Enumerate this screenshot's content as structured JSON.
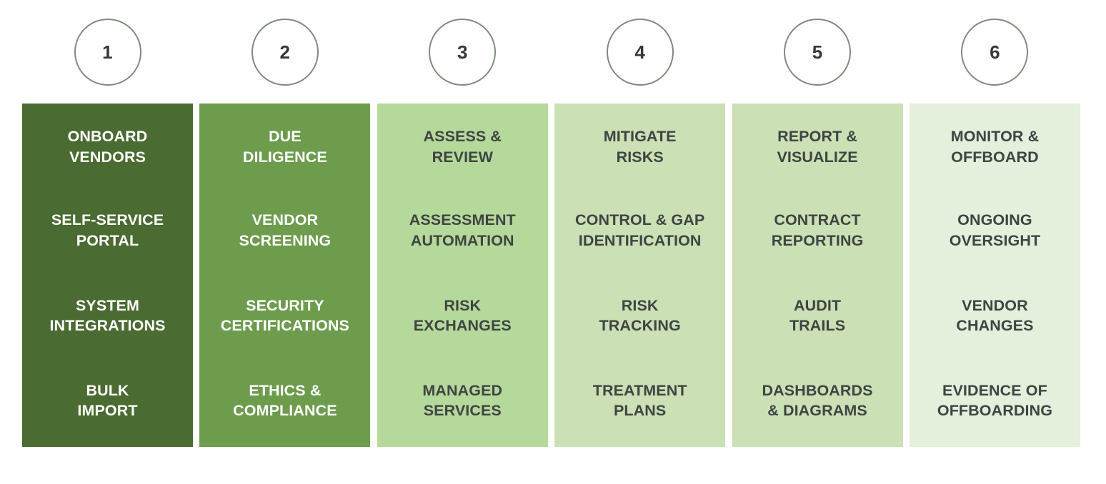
{
  "diagram": {
    "type": "process-flow",
    "orientation": "horizontal",
    "stage_count": 6,
    "background_color": "#ffffff",
    "dark_text_color": "#3f4443",
    "light_text_color": "#ffffff",
    "circle_border_color": "#7c8c7a",
    "circle_fill_color": "#ffffff",
    "circle_number_color": "#33383a"
  },
  "stages": [
    {
      "number": "1",
      "title": "ONBOARD\nVENDORS",
      "color": "#4a6b31",
      "tone": "light-text",
      "items": [
        "SELF-SERVICE\nPORTAL",
        "SYSTEM\nINTEGRATIONS",
        "BULK\nIMPORT"
      ]
    },
    {
      "number": "2",
      "title": "DUE\nDILIGENCE",
      "color": "#6d9c4d",
      "tone": "light-text",
      "items": [
        "VENDOR\nSCREENING",
        "SECURITY\nCERTIFICATIONS",
        "ETHICS &\nCOMPLIANCE"
      ]
    },
    {
      "number": "3",
      "title": "ASSESS &\nREVIEW",
      "color": "#b5d99a",
      "tone": "dark-text",
      "items": [
        "ASSESSMENT\nAUTOMATION",
        "RISK\nEXCHANGES",
        "MANAGED\nSERVICES"
      ]
    },
    {
      "number": "4",
      "title": "MITIGATE\nRISKS",
      "color": "#cbe0b4",
      "tone": "dark-text",
      "items": [
        "CONTROL & GAP\nIDENTIFICATION",
        "RISK\nTRACKING",
        "TREATMENT\nPLANS"
      ]
    },
    {
      "number": "5",
      "title": "REPORT &\nVISUALIZE",
      "color": "#cbe0b4",
      "tone": "dark-text",
      "items": [
        "CONTRACT\nREPORTING",
        "AUDIT\nTRAILS",
        "DASHBOARDS\n& DIAGRAMS"
      ]
    },
    {
      "number": "6",
      "title": "MONITOR &\nOFFBOARD",
      "color": "#e4efdc",
      "tone": "dark-text",
      "items": [
        "ONGOING\nOVERSIGHT",
        "VENDOR\nCHANGES",
        "EVIDENCE OF\nOFFBOARDING"
      ]
    }
  ]
}
